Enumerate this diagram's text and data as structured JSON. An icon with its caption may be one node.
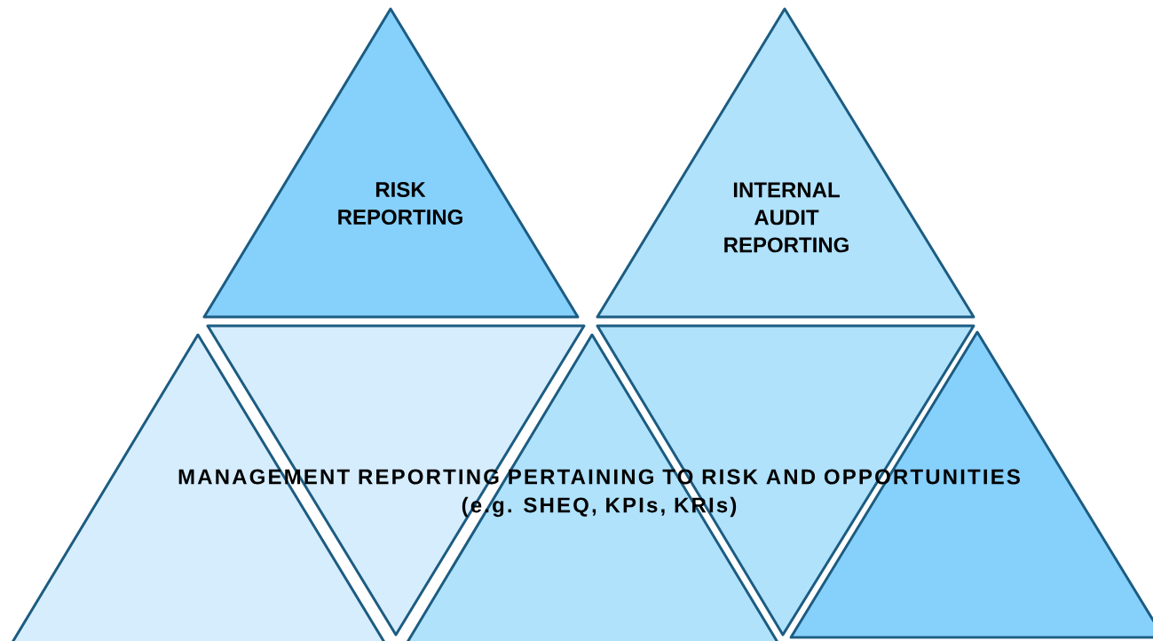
{
  "diagram": {
    "nodes": [
      {
        "text": [
          "RISK REPORTING"
        ]
      },
      {
        "text": [
          "INTERNAL AUDIT REPORTING"
        ]
      },
      {
        "text": [],
        "shape": "triangle"
      },
      {
        "text": [],
        "shape": "triangle"
      },
      {
        "text": [],
        "shape": "triangle"
      },
      {
        "text": [],
        "shape": "triangle"
      },
      {
        "text": [],
        "shape": "triangle"
      }
    ],
    "labels": [
      "MANAGEMENT REPORTING PERTAINING TO RISK AND OPPORTUNITIES",
      "(e.g. SHEQ, KPIs, KRIs)"
    ]
  }
}
